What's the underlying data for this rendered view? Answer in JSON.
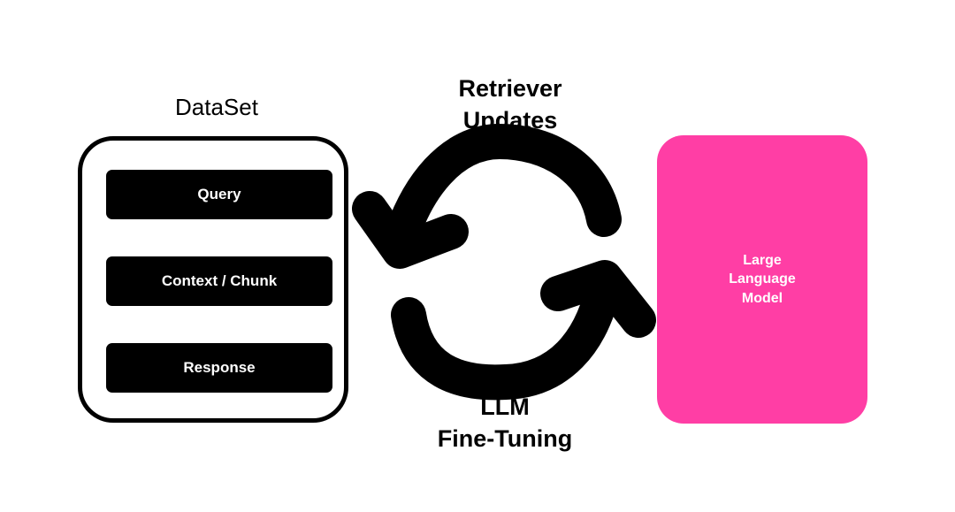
{
  "dataset": {
    "title": "DataSet",
    "fields": [
      "Query",
      "Context / Chunk",
      "Response"
    ]
  },
  "model": {
    "label": "Large Language Model",
    "color": "#ff3ea5"
  },
  "cycle": {
    "top_label_line1": "Retriever",
    "top_label_line2": "Updates",
    "bottom_label_line1": "LLM",
    "bottom_label_line2": "Fine-Tuning"
  }
}
